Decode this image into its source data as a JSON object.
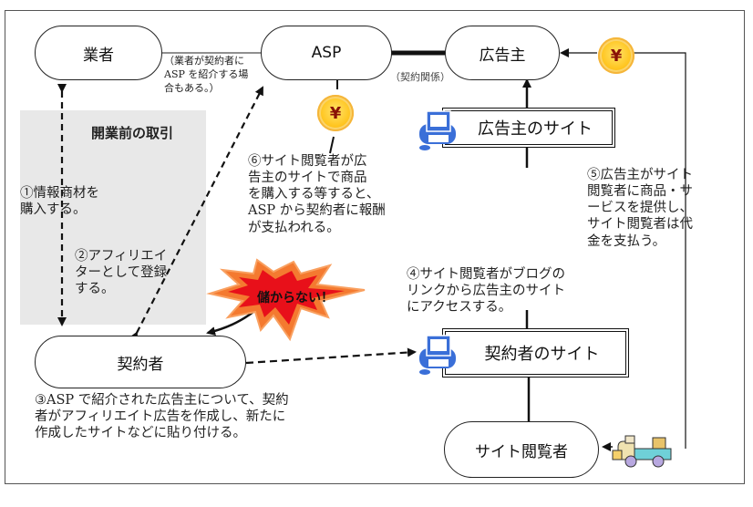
{
  "nodes": {
    "vendor": "業者",
    "asp": "ASP",
    "advertiser": "広告主",
    "advertiser_site": "広告主のサイト",
    "contractor": "契約者",
    "contractor_site": "契約者のサイト",
    "site_viewer": "サイト閲覧者"
  },
  "labels": {
    "vendor_asp_note": [
      "（業者が契約者に",
      "ASP を紹介する場",
      "合もある。）"
    ],
    "contract_relation": "（契約関係）",
    "pre_business": "開業前の取引",
    "burst": "儲からない！",
    "currency_symbol": "¥"
  },
  "steps": {
    "step1": [
      "①情報商材を",
      "購入する。"
    ],
    "step2": [
      "②アフィリエイ",
      "ターとして登録",
      "する。"
    ],
    "step3": [
      "③ASP で紹介された広告主について、契約",
      "者がアフィリエイト広告を作成し、新たに",
      "作成したサイトなどに貼り付ける。"
    ],
    "step4": [
      "④サイト閲覧者がブログの",
      "リンクから広告主のサイト",
      "にアクセスする。"
    ],
    "step5": [
      "⑤広告主がサイト",
      "閲覧者に商品・サ",
      "ービスを提供し、",
      "サイト閲覧者は代",
      "金を支払う。"
    ],
    "step6": [
      "⑥サイト閲覧者が広",
      "告主のサイトで商品",
      "を購入する等すると、",
      "ASP から契約者に報酬",
      "が支払われる。"
    ]
  },
  "colors": {
    "coin": "#ffc51f",
    "yen": "#8a1206",
    "burst_outer": "#f47a30",
    "burst_inner": "#e8101a",
    "computer": "#3a6fd8",
    "grey_panel": "#e8e8e8"
  }
}
